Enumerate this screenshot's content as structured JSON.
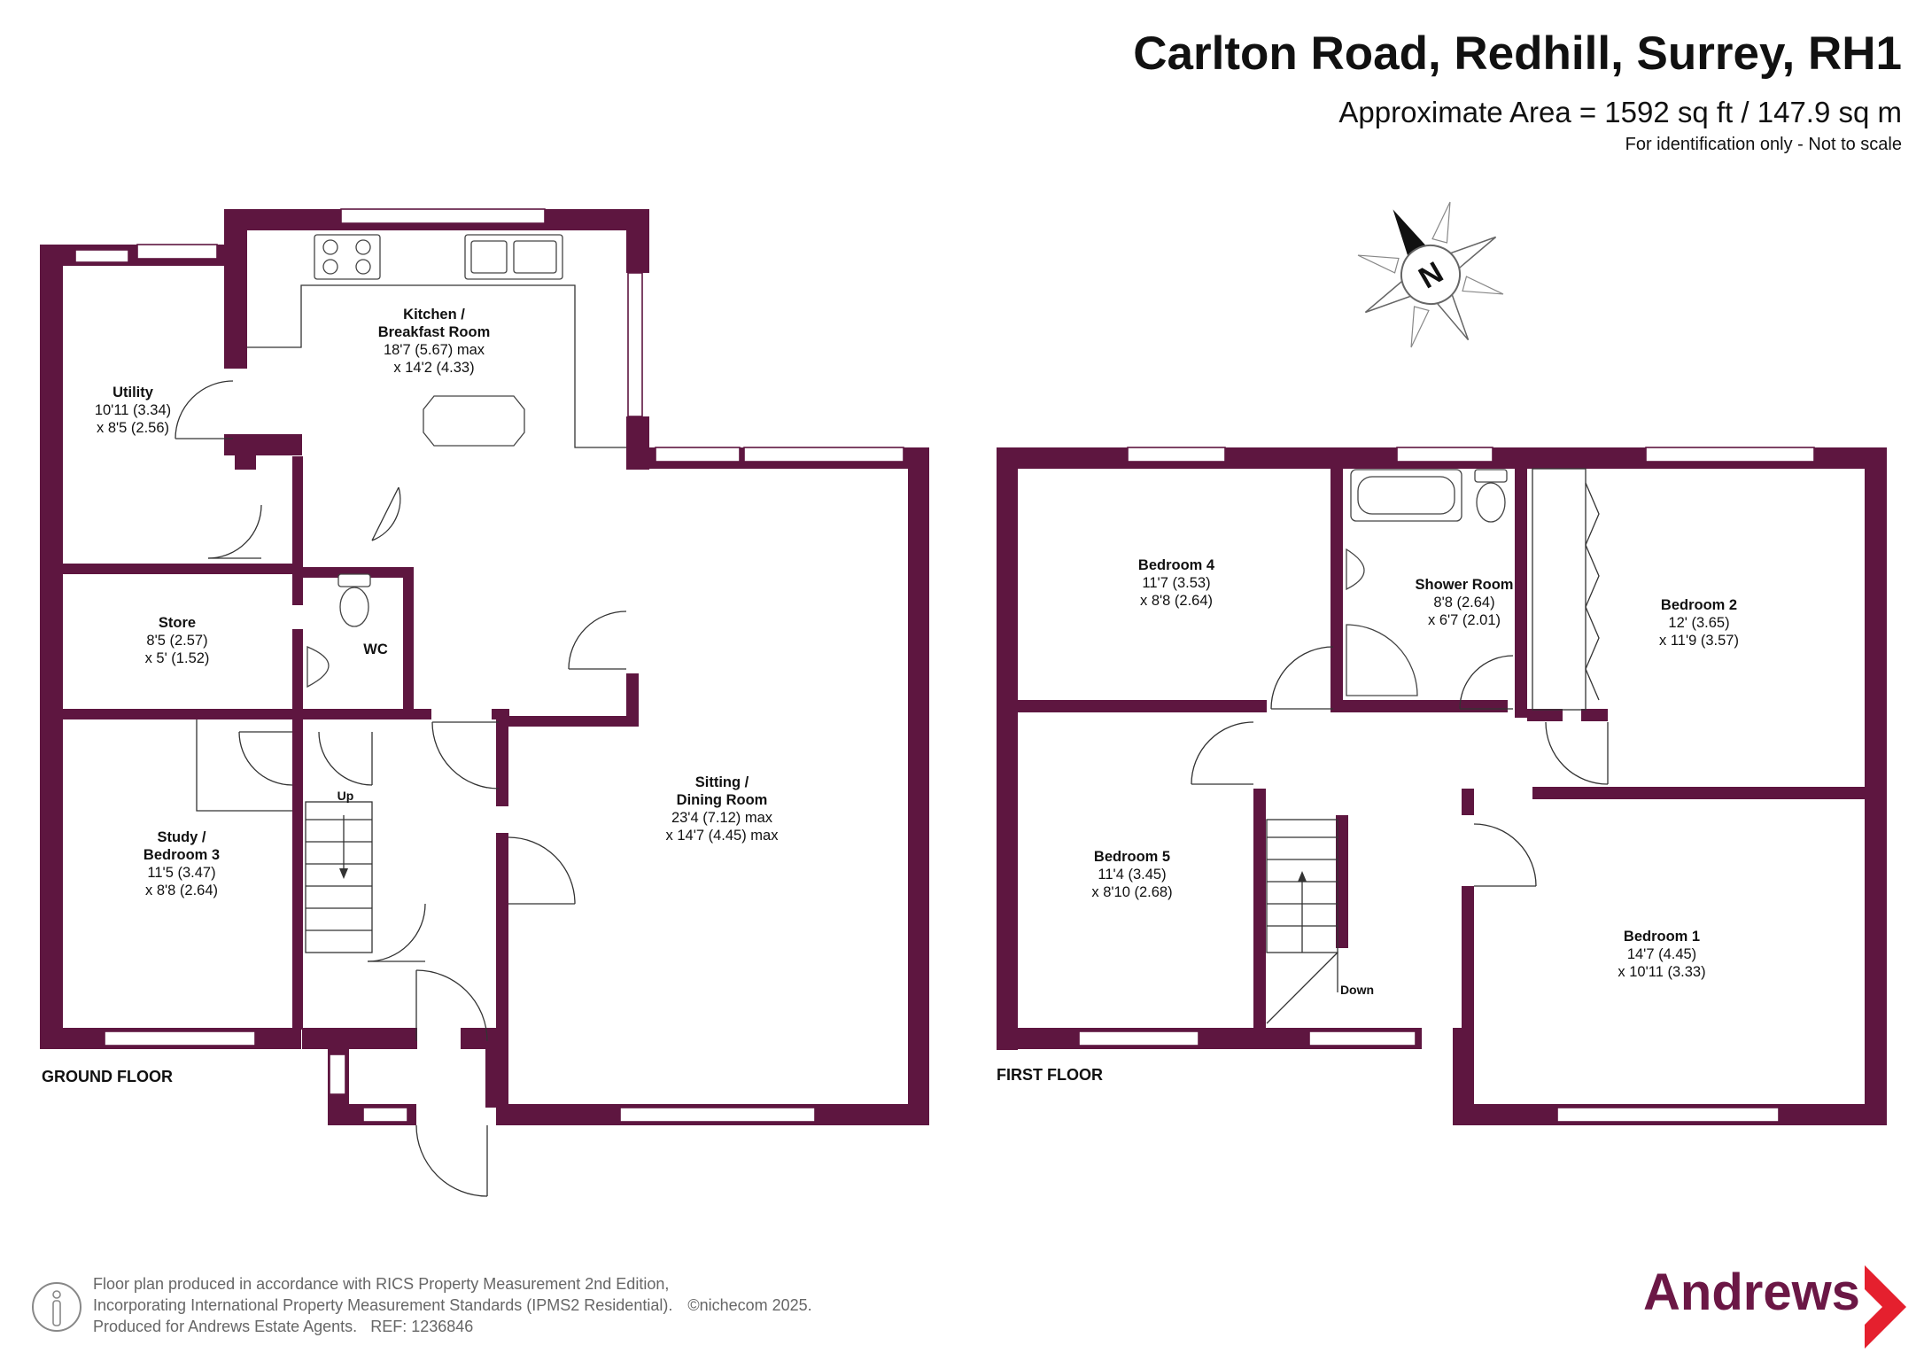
{
  "header": {
    "title": "Carlton Road, Redhill, Surrey, RH1",
    "area": "Approximate Area = 1592 sq ft / 147.9 sq m",
    "note": "For identification only - Not to scale"
  },
  "compass": {
    "label": "N"
  },
  "floors": {
    "ground": {
      "label": "GROUND FLOOR",
      "rooms": {
        "kitchen": {
          "name1": "Kitchen /",
          "name2": "Breakfast Room",
          "dim1": "18'7 (5.67) max",
          "dim2": "x 14'2 (4.33)"
        },
        "utility": {
          "name": "Utility",
          "dim1": "10'11 (3.34)",
          "dim2": "x 8'5 (2.56)"
        },
        "store": {
          "name": "Store",
          "dim1": "8'5 (2.57)",
          "dim2": "x 5' (1.52)"
        },
        "wc": {
          "name": "WC"
        },
        "study": {
          "name1": "Study /",
          "name2": "Bedroom 3",
          "dim1": "11'5 (3.47)",
          "dim2": "x 8'8 (2.64)"
        },
        "sitting": {
          "name1": "Sitting /",
          "name2": "Dining Room",
          "dim1": "23'4 (7.12) max",
          "dim2": "x 14'7 (4.45) max"
        }
      },
      "stairs_label": "Up"
    },
    "first": {
      "label": "FIRST FLOOR",
      "rooms": {
        "bedroom4": {
          "name": "Bedroom 4",
          "dim1": "11'7 (3.53)",
          "dim2": "x 8'8 (2.64)"
        },
        "shower": {
          "name": "Shower Room",
          "dim1": "8'8 (2.64)",
          "dim2": "x 6'7 (2.01)"
        },
        "bedroom2": {
          "name": "Bedroom 2",
          "dim1": "12' (3.65)",
          "dim2": "x 11'9 (3.57)"
        },
        "bedroom5": {
          "name": "Bedroom 5",
          "dim1": "11'4 (3.45)",
          "dim2": "x 8'10 (2.68)"
        },
        "bedroom1": {
          "name": "Bedroom 1",
          "dim1": "14'7 (4.45)",
          "dim2": "x 10'11 (3.33)"
        }
      },
      "stairs_label": "Down"
    }
  },
  "footer": {
    "line1": "Floor plan produced in accordance with RICS Property Measurement 2nd Edition,",
    "line2": "Incorporating International Property Measurement Standards (IPMS2 Residential).",
    "copyright": "©nichecom 2025.",
    "line3": "Produced for Andrews Estate Agents.",
    "ref": "REF: 1236846"
  },
  "brand": {
    "name": "Andrews"
  },
  "colors": {
    "wall": "#5e1640",
    "brand": "#6b1745"
  }
}
